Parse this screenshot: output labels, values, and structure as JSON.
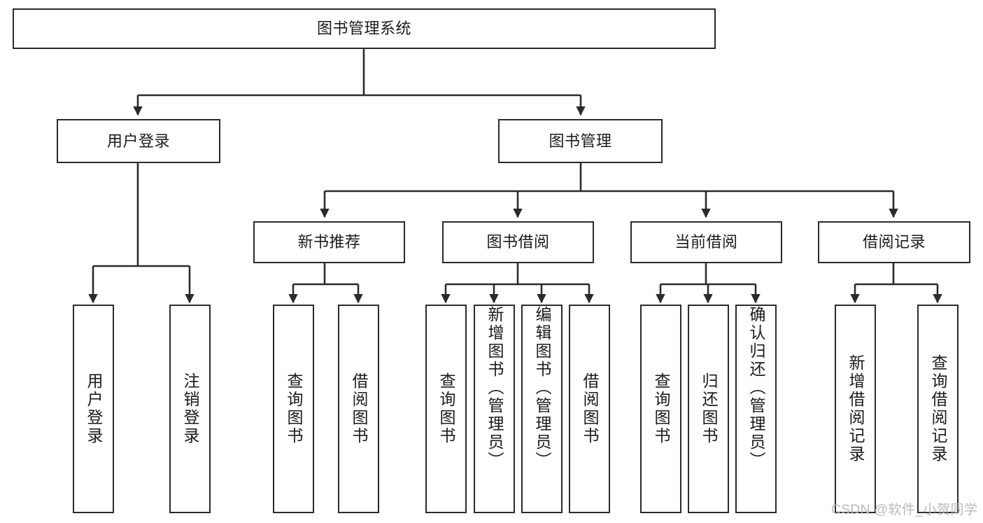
{
  "diagram": {
    "title": "图书管理系统",
    "type": "tree",
    "stroke_color": "#2b2b2b",
    "background_color": "#ffffff",
    "text_color": "#1b1b1b"
  },
  "nodes": {
    "root": {
      "label": "图书管理系统"
    },
    "level2": [
      {
        "label": "用户登录"
      },
      {
        "label": "图书管理"
      }
    ],
    "level3": [
      {
        "label": "新书推荐"
      },
      {
        "label": "图书借阅"
      },
      {
        "label": "当前借阅"
      },
      {
        "label": "借阅记录"
      }
    ],
    "leaves": {
      "user_login": [
        {
          "label": "用户登录"
        },
        {
          "label": "注销登录"
        }
      ],
      "new_book_recommend": [
        {
          "label": "查询图书"
        },
        {
          "label": "借阅图书"
        }
      ],
      "book_borrow": [
        {
          "label": "查询图书"
        },
        {
          "label": "新增图书（管理员）"
        },
        {
          "label": "编辑图书（管理员）"
        },
        {
          "label": "借阅图书"
        }
      ],
      "current_borrow": [
        {
          "label": "查询图书"
        },
        {
          "label": "归还图书"
        },
        {
          "label": "确认归还（管理员）"
        }
      ],
      "borrow_record": [
        {
          "label": "新增借阅记录"
        },
        {
          "label": "查询借阅记录"
        }
      ]
    }
  },
  "watermark": {
    "text": "CSDN @软件_小贺同学"
  }
}
